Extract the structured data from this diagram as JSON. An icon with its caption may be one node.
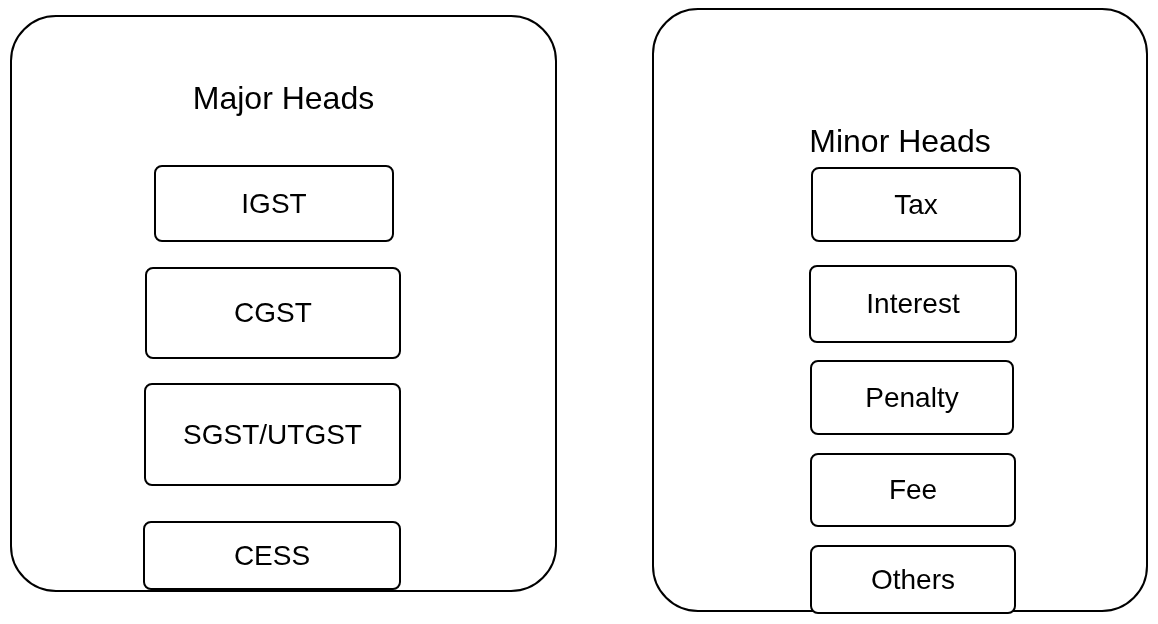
{
  "diagram": {
    "nodes": [
      {
        "text": [
          "Major Heads"
        ]
      },
      {
        "text": [
          "IGST"
        ],
        "in": 0
      },
      {
        "text": [
          "CGST"
        ],
        "in": 0
      },
      {
        "text": [
          "SGST/UTGST"
        ],
        "in": 0
      },
      {
        "text": [
          "CESS"
        ],
        "in": 0
      },
      {
        "text": [
          "Minor Heads"
        ]
      },
      {
        "text": [
          "Tax"
        ],
        "in": 5
      },
      {
        "text": [
          "Interest"
        ],
        "in": 5
      },
      {
        "text": [
          "Penalty"
        ],
        "in": 5
      },
      {
        "text": [
          "Fee"
        ],
        "in": 5
      },
      {
        "text": [
          "Others"
        ],
        "in": 5
      }
    ]
  }
}
